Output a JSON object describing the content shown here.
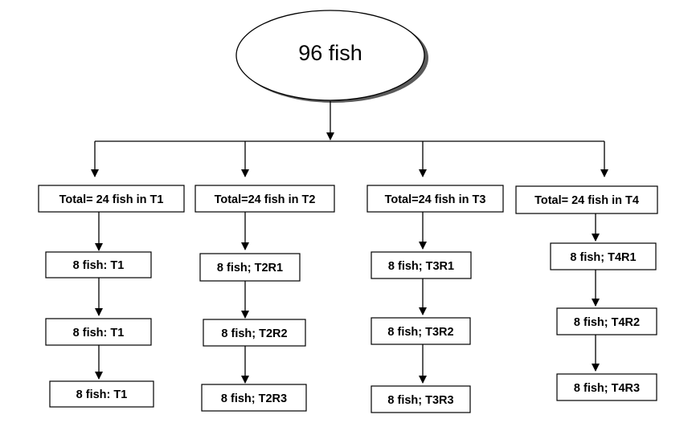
{
  "root": {
    "label": "96 fish"
  },
  "groups": [
    {
      "total_label": "Total= 24 fish in T1",
      "replicates": [
        "8 fish: T1",
        "8 fish: T1",
        "8 fish: T1"
      ]
    },
    {
      "total_label": "Total=24 fish in T2",
      "replicates": [
        "8 fish; T2R1",
        "8 fish; T2R2",
        "8 fish; T2R3"
      ]
    },
    {
      "total_label": "Total=24 fish in T3",
      "replicates": [
        "8 fish; T3R1",
        "8 fish; T3R2",
        "8 fish; T3R3"
      ]
    },
    {
      "total_label": "Total= 24 fish in T4",
      "replicates": [
        "8 fish; T4R1",
        "8 fish; T4R2",
        "8 fish; T4R3"
      ]
    }
  ]
}
